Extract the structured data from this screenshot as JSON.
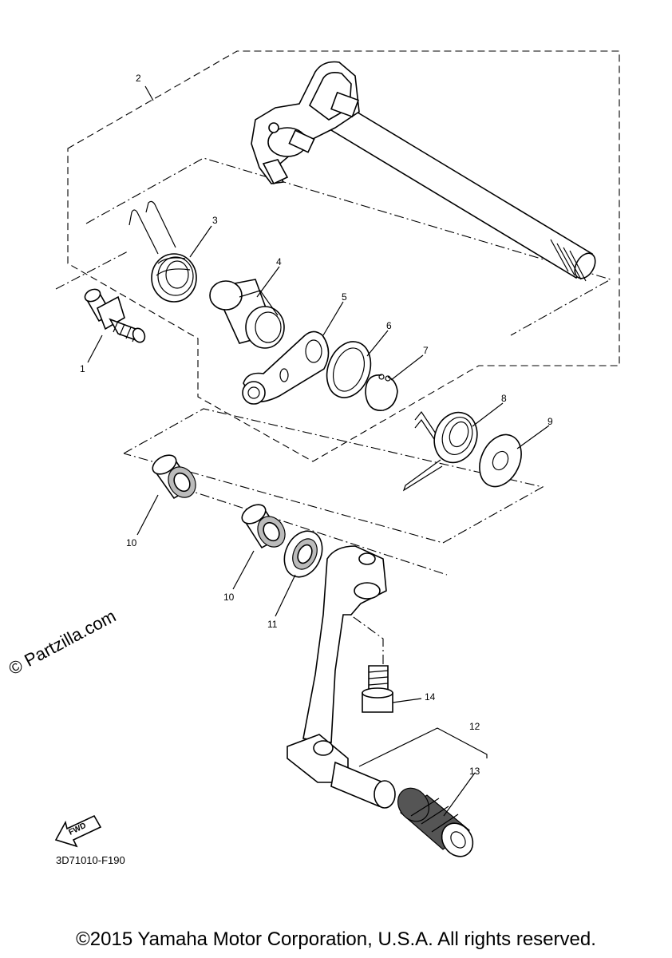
{
  "diagram": {
    "callouts": [
      "1",
      "2",
      "3",
      "4",
      "5",
      "6",
      "7",
      "8",
      "9",
      "10",
      "10",
      "11",
      "12",
      "13",
      "14"
    ],
    "drawing_code": "3D71010-F190",
    "fwd_badge": "FWD",
    "watermark": "© Partzilla.com",
    "copyright": "©2015 Yamaha Motor Corporation, U.S.A. All rights reserved."
  }
}
